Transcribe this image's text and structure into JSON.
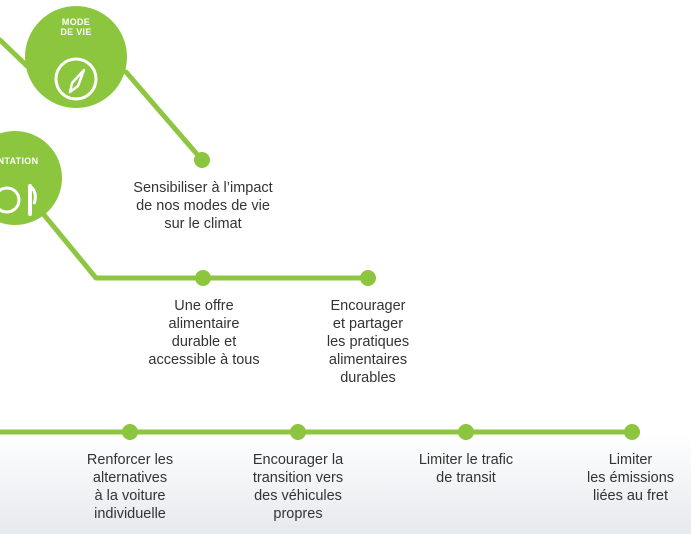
{
  "colors": {
    "accent": "#8cc63f",
    "accent_line": "#8ec641",
    "text": "#333333",
    "band_bottom": "#e6e9ed"
  },
  "themes": [
    {
      "title": "MODE\nDE VIE",
      "icon": "compass-icon",
      "actions": [
        "Sensibiliser à l’impact\nde nos modes de vie\nsur le climat"
      ]
    },
    {
      "title": "NTATION",
      "icon": "plate-cutlery-icon",
      "actions": [
        "Une offre\nalimentaire\ndurable et\naccessible à tous",
        "Encourager\net partager\nles pratiques\nalimentaires\ndurables"
      ]
    },
    {
      "title": "",
      "icon": "",
      "actions": [
        "Renforcer les\nalternatives\nà la voiture\nindividuelle",
        "Encourager la\ntransition vers\ndes véhicules\npropres",
        "Limiter le trafic\nde transit",
        "Limiter\nles émissions\nliées au fret"
      ]
    }
  ]
}
